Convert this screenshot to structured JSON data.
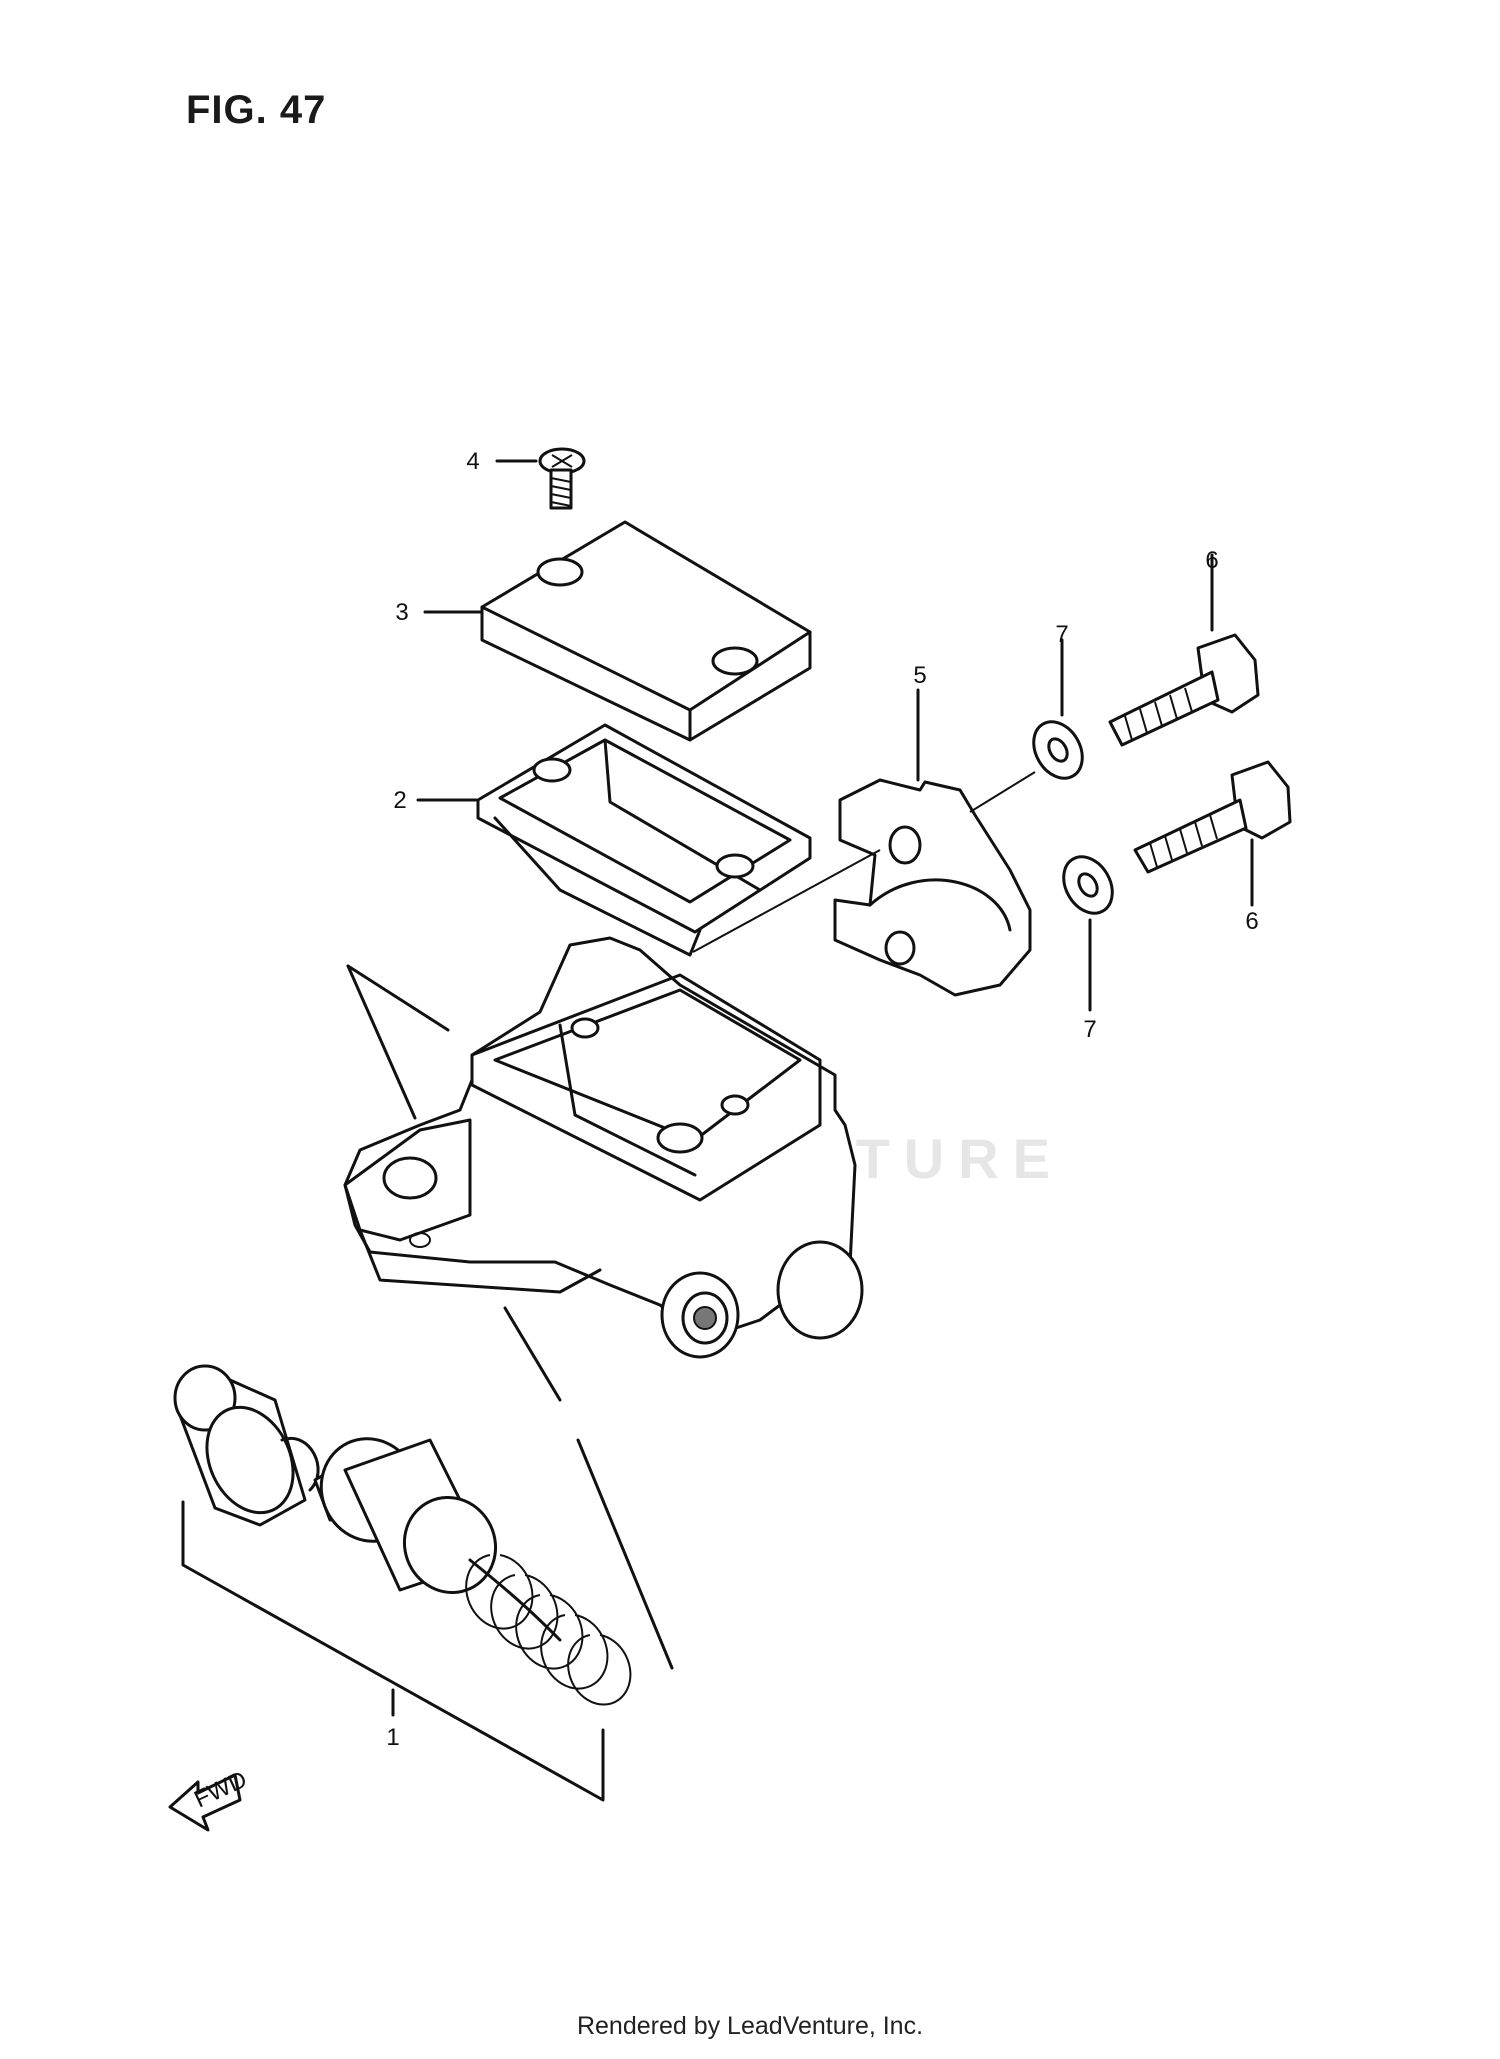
{
  "figure": {
    "title": "FIG. 47",
    "watermark_text": "LEADVENTURE",
    "footer": "Rendered by LeadVenture, Inc.",
    "fwd_label": "FWD"
  },
  "callouts": [
    {
      "id": "1",
      "label": "1",
      "part": "master-cylinder-assembly"
    },
    {
      "id": "2",
      "label": "2",
      "part": "diaphragm"
    },
    {
      "id": "3",
      "label": "3",
      "part": "reservoir-cap"
    },
    {
      "id": "4",
      "label": "4",
      "part": "cap-screw"
    },
    {
      "id": "5",
      "label": "5",
      "part": "holder"
    },
    {
      "id": "6a",
      "label": "6",
      "part": "bolt-upper"
    },
    {
      "id": "6b",
      "label": "6",
      "part": "bolt-lower"
    },
    {
      "id": "7a",
      "label": "7",
      "part": "washer-upper"
    },
    {
      "id": "7b",
      "label": "7",
      "part": "washer-lower"
    }
  ]
}
